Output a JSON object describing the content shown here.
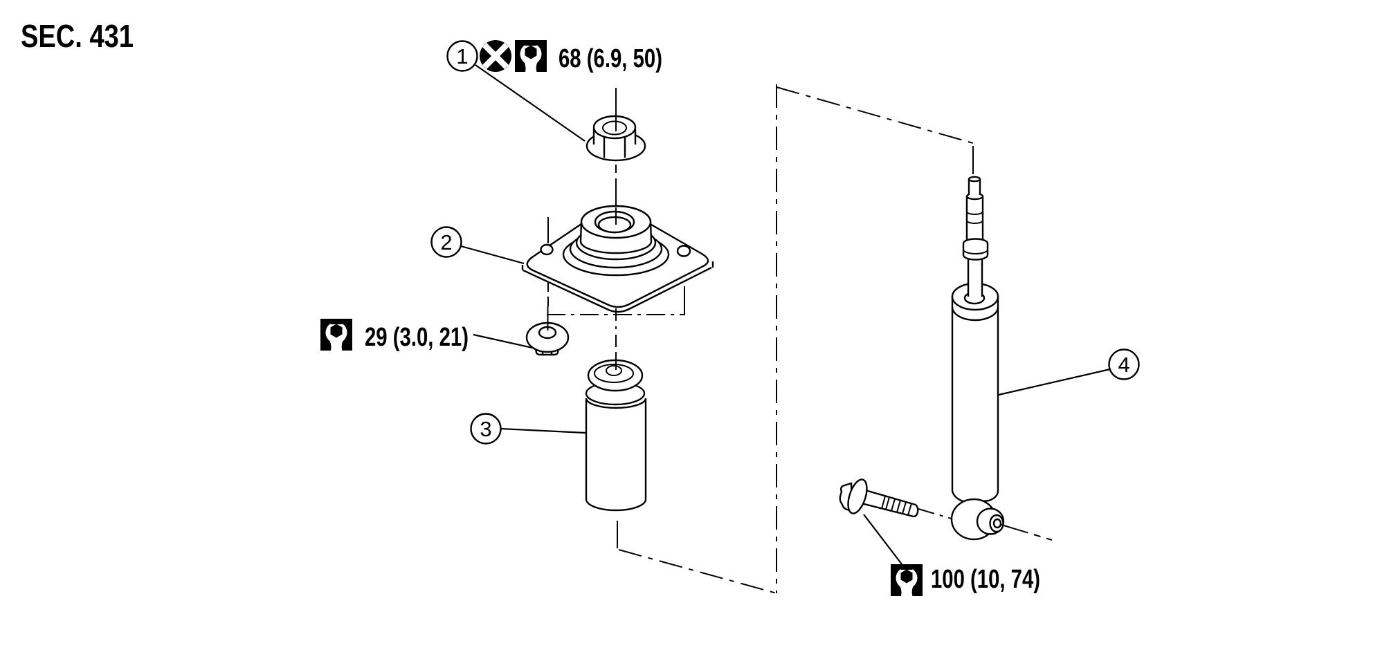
{
  "diagram": {
    "section_title": "SEC. 431",
    "callouts": [
      {
        "number": "1"
      },
      {
        "number": "2"
      },
      {
        "number": "3"
      },
      {
        "number": "4"
      }
    ],
    "torque_specs": [
      {
        "value": "68 (6.9, 50)",
        "icons": [
          "do-not-reuse-icon",
          "torque-wrench-icon"
        ]
      },
      {
        "value": "29 (3.0, 21)",
        "icons": [
          "torque-wrench-icon"
        ]
      },
      {
        "value": "100 (10, 74)",
        "icons": [
          "torque-wrench-icon"
        ]
      }
    ],
    "colors": {
      "line": "#000000",
      "background": "#ffffff"
    }
  }
}
